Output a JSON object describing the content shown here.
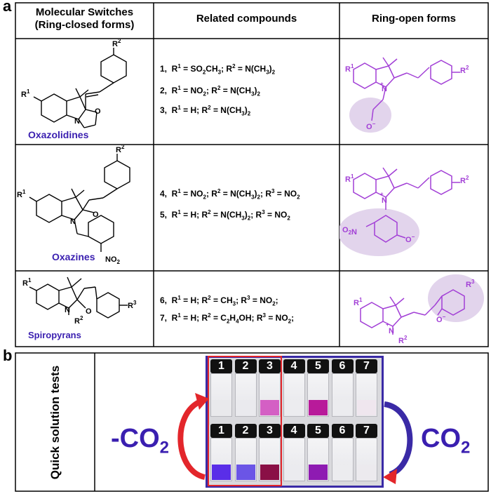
{
  "panel_a": {
    "label": "a",
    "headers": {
      "col1_line1": "Molecular Switches",
      "col1_line2": "(Ring-closed forms)",
      "col2": "Related compounds",
      "col3": "Ring-open forms"
    },
    "classes": {
      "oxazolidines": "Oxazolidines",
      "oxazines": "Oxazines",
      "spiropyrans": "Spiropyrans"
    },
    "compounds": [
      {
        "num": "1,",
        "r1": "SO2CH3",
        "r2": "N(CH3)2"
      },
      {
        "num": "2,",
        "r1": "NO2",
        "r2": "N(CH3)2"
      },
      {
        "num": "3,",
        "r1": "H",
        "r2": "N(CH3)2"
      },
      {
        "num": "4,",
        "r1": "NO2",
        "r2": "N(CH3)2",
        "r3": "NO2"
      },
      {
        "num": "5,",
        "r1": "H",
        "r2": "N(CH3)2",
        "r3": "NO2"
      },
      {
        "num": "6,",
        "r1": "H",
        "r2": "CH3",
        "r3": "NO2"
      },
      {
        "num": "7,",
        "r1": "H",
        "r2": "C2H4OH",
        "r3": "NO2"
      }
    ]
  },
  "panel_b": {
    "label": "b",
    "side_title": "Quick solution tests",
    "left_label": "-CO2",
    "right_label": "CO2",
    "vial_numbers": [
      "1",
      "2",
      "3",
      "4",
      "5",
      "6",
      "7"
    ],
    "top_row_colors": [
      "#e9e9ec",
      "#eaeaee",
      "#d45fc4",
      "#ececef",
      "#b81a9a",
      "#ececef",
      "#efe6ee"
    ],
    "bottom_row_colors": [
      "#5a2ee8",
      "#6b55e6",
      "#8a1046",
      "#ebebef",
      "#8e1bb2",
      "#ececef",
      "#eceaee"
    ]
  },
  "colors": {
    "open_form": "#a23fd6",
    "open_form_bg": "#e2d4ec",
    "class_label": "#3a1fb0",
    "co2_text": "#3a1fb0",
    "arrow": "#e3262b",
    "frame": "#3a2aa6"
  }
}
